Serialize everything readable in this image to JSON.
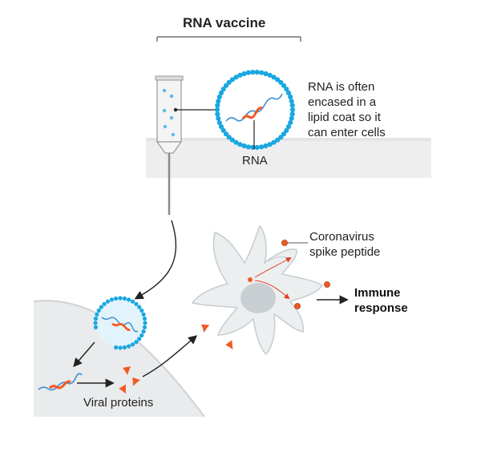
{
  "title": "RNA vaccine",
  "labels": {
    "coat_note": [
      "RNA is often",
      "encased in a",
      "lipid coat so it",
      "can enter cells"
    ],
    "rna": "RNA",
    "spike": [
      "Coronavirus",
      "spike peptide"
    ],
    "immune": [
      "Immune",
      "response"
    ],
    "viral_proteins": "Viral proteins"
  },
  "colors": {
    "lipid": "#1aa7e0",
    "rna": "#f15a24",
    "strand": "#3d8fd1",
    "panel": "#f0f0f0",
    "cell": "#e9ecee",
    "vesicle_fill": "#e3f3fb"
  }
}
